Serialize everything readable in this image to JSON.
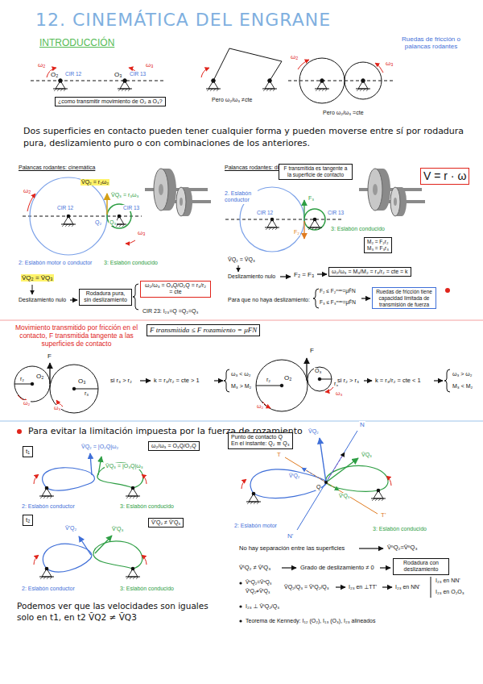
{
  "diagram": {
    "title": "12. CINEMÁTICA DEL ENGRANE",
    "nodes": [
      {
        "text": [
          "¿como transmitir movimiento de O₂ a O₃?"
        ]
      },
      {
        "text": [
          "Rodadura pura, sin deslizamiento"
        ]
      },
      {
        "text": [
          "ω₂/ω₃ = O₃Q/O₂Q = r₃/r₂ = cte"
        ]
      },
      {
        "text": [
          "F transmitida es tangente a la superficie de contacto"
        ]
      },
      {
        "text": [
          "V = r · ω"
        ]
      },
      {
        "text": [
          "M₂ = F₂r₂",
          "M₃ = F₃r₃"
        ]
      },
      {
        "text": [
          "ω₂/ω₃ = M₃/M₂ = r₃/r₂ = cte = k"
        ]
      },
      {
        "text": [
          "Ruedas de fricción tiene capacidad limitada de transmisión de fuerza"
        ]
      },
      {
        "text": [
          "F transmitida ≤ F rozamiento = μFN"
        ]
      },
      {
        "text": [
          "t₁"
        ]
      },
      {
        "text": [
          "ω₂/ω₃ = O₃Q/O₂Q"
        ]
      },
      {
        "text": [
          "t₂"
        ]
      },
      {
        "text": [
          "V̄'Q₂ ≠ V̄'Q₃"
        ]
      },
      {
        "text": [
          "Punto de contacto Q",
          "En el instante: Q₂ ≅ Q₃"
        ]
      },
      {
        "text": [
          "Rodadura con deslizamiento"
        ]
      }
    ],
    "labels": [
      "INTRODUCCIÓN",
      "ω₂",
      "O₂",
      "CIR 12",
      "O₃",
      "CIR 13",
      "ω₃",
      "Pero ω₂/ω₃ ≠cte",
      "Ruedas de fricción o palancas rodantes",
      "ω₂",
      "ω₃",
      "Pero ω₂/ω₃ =cte",
      "Dos superficies en contacto pueden tener cualquier forma y pueden moverse entre sí por rodadura pura, deslizamiento puro o con combinaciones de los anteriores.",
      "Palancas rodantes: cinemática",
      "V̄Q₂ = r₂ω₂",
      "V̄Q₃ = r₃ω₃",
      "ω₂",
      "CIR 12",
      "CIR 13",
      "Q₂",
      "Q₃",
      "ω₃",
      "2: Eslabón motor o conductor",
      "3: Eslabón conducido",
      "V̄Q₂ = V̄Q₃",
      "Deslizamiento nulo",
      "CIR 23: I₂₃=Q =Q₂=Q₃",
      "Palancas rodantes: dinámica",
      "2. Eslabón conductor",
      "F₃",
      "F₂",
      "CIR 12",
      "CIR 13",
      "3: Eslabón conducido",
      "V̄Q₂ = V̄Q₃",
      "Deslizamiento nulo",
      "F₂ = F₃",
      "Para que no haya deslizamiento:",
      "F₂ ≤ F₂ᵐᵃˣ=μF̄N",
      "F₃ ≤ F₃ᵐᵃˣ=μF̄N",
      "Movimiento transmitido por fricción en el contacto, F transmitida tangente a las superficies de contacto",
      "F",
      "O₂",
      "r₂",
      "ω₂",
      "O₃",
      "r₃",
      "ω₃",
      "si r₃ > r₂",
      "k = r₃/r₂ = cte > 1",
      "ω₃ < ω₂",
      "M₃ > M₂",
      "F",
      "O₂",
      "r₂",
      "ω₂",
      "O₃",
      "r₃",
      "ω₃",
      "si r₂ > r₃",
      "k = r₃/r₂ = cte < 1",
      "ω₃ > ω₂",
      "M₃ < M₂",
      "Para evitar la limitación impuesta por la fuerza de rozamiento",
      "V̄Q₂ = |O₂Q|ω₂",
      "V̄Q₃ = |O₃Q|ω₃",
      "2: Eslabón conductor",
      "3: Eslabón conducido",
      "V̄'Q₂",
      "V̄'Q₃",
      "2: Eslabón conductor",
      "3: Eslabón conducido",
      "Podemos ver que las velocidades son iguales solo en t1, en t2 V̄Q2 ≠ V̄Q3",
      "N",
      "N'",
      "T",
      "T'",
      "V̄Q₂",
      "V̄Q₃",
      "V̄ᵗQ₂",
      "V̄ᵗQ₃",
      "Q",
      "2: Eslabón motor",
      "3: Eslabón conducido",
      "No hay separación entre las superficies",
      "V̄ⁿQ₂=V̄ⁿQ₃",
      "V̄ᵗQ₂ ≠ V̄ᵗQ₃",
      "Grado de deslizamiento ≠ 0",
      "V̄ⁿQ₂=V̄ⁿQ₃",
      "V̄ᵗQ₂≠V̄ᵗQ₃",
      "V̄Q₂/Q₃ = V̄ᵗQ₂/Q₃",
      "I₂₃ en ⊥TT'",
      "I₂₃ en NN'",
      "I₂₃ en NN'",
      "I₂₃ en O₂O₃",
      "I₂₃ ⊥ V̄ᵗQ₂/Q₃",
      "Teorema de Kennedy: I₁₂ (O₂), I₁₃ (O₃), I₂₃ alineados"
    ]
  }
}
